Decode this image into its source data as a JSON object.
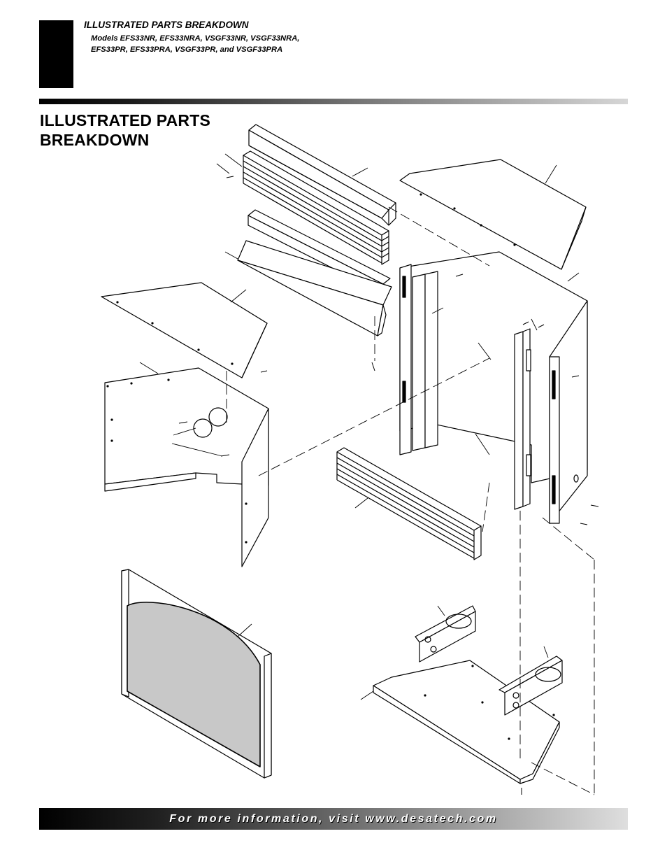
{
  "header": {
    "section_title": "ILLUSTRATED PARTS BREAKDOWN",
    "models_line1": "Models EFS33NR, EFS33NRA, VSGF33NR, VSGF33NRA,",
    "models_line2": "EFS33PR, EFS33PRA, VSGF33PR, and VSGF33PRA"
  },
  "page": {
    "title_line1": "ILLUSTRATED PARTS",
    "title_line2": "BREAKDOWN"
  },
  "footer": {
    "text": "For more information, visit www.desatech.com"
  },
  "colors": {
    "ink": "#000000",
    "glass_fill": "#c8c8c8",
    "background": "#ffffff"
  }
}
